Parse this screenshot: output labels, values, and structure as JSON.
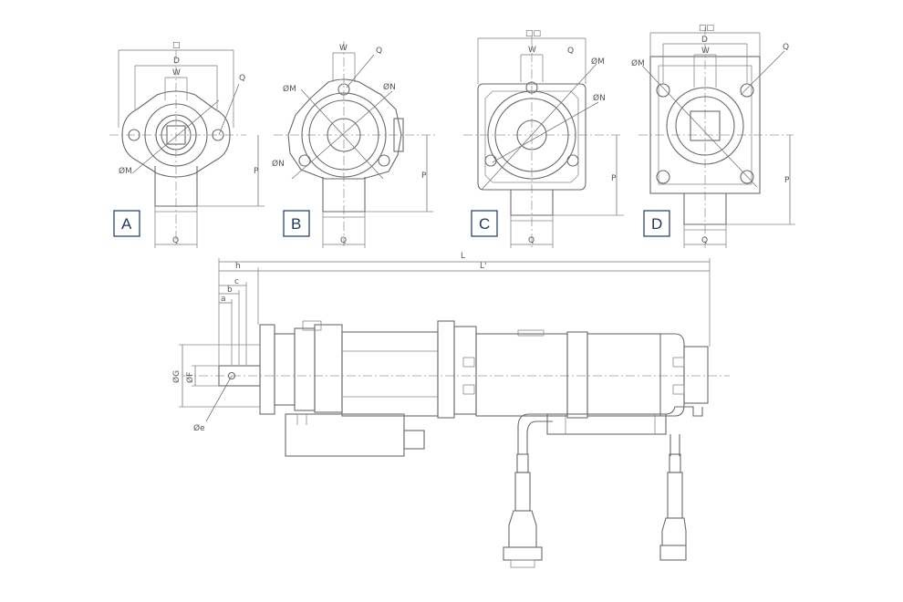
{
  "view_labels": [
    "A",
    "B",
    "C",
    "D"
  ],
  "dims": {
    "L": "L",
    "L_prime": "L'",
    "h": "h",
    "c": "c",
    "b": "b",
    "a": "a",
    "G": "ØG",
    "F": "ØF",
    "e": "Øe",
    "P": "P",
    "Q": "Q",
    "W": "W",
    "D": "D",
    "M": "ØM",
    "N": "ØN",
    "O": "□",
    "OO": "□□",
    "R": "Q"
  }
}
